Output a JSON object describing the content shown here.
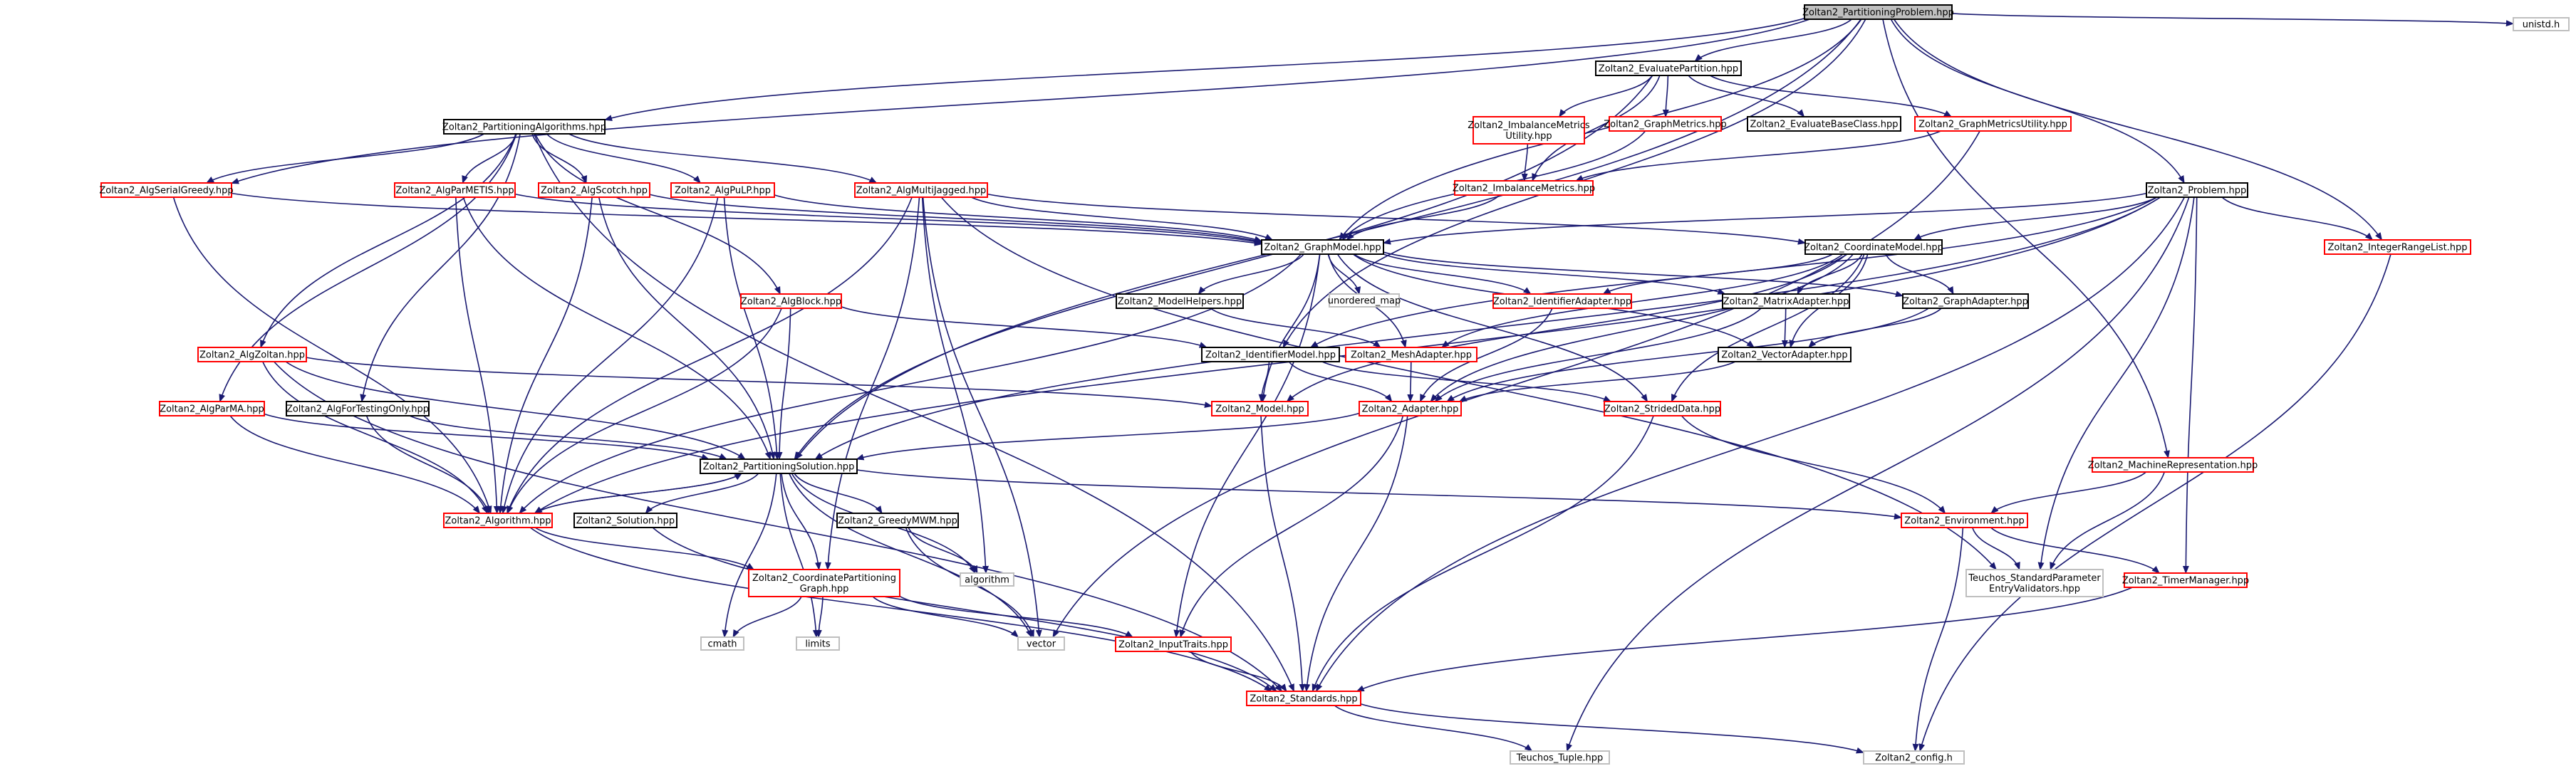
{
  "colors": {
    "edge": "#191970",
    "edge_external": "#a9a9a9",
    "border_documented": "#000000",
    "border_truncated": "#ff0000",
    "border_external": "#bfbfbf",
    "fill_root": "#bfbfbf",
    "fill_default": "#ffffff"
  },
  "nodes": [
    {
      "id": "pp",
      "label": "Zoltan2_PartitioningProblem.hpp",
      "kind": "root"
    },
    {
      "id": "unistd",
      "label": "unistd.h",
      "kind": "external"
    },
    {
      "id": "evalpart",
      "label": "Zoltan2_EvaluatePartition.hpp",
      "kind": "documented"
    },
    {
      "id": "imbmu",
      "label": [
        "Zoltan2_ImbalanceMetrics",
        "Utility.hpp"
      ],
      "kind": "truncated"
    },
    {
      "id": "graphmet",
      "label": "Zoltan2_GraphMetrics.hpp",
      "kind": "truncated"
    },
    {
      "id": "evalbase",
      "label": "Zoltan2_EvaluateBaseClass.hpp",
      "kind": "documented"
    },
    {
      "id": "graphmu",
      "label": "Zoltan2_GraphMetricsUtility.hpp",
      "kind": "truncated"
    },
    {
      "id": "imbm",
      "label": "Zoltan2_ImbalanceMetrics.hpp",
      "kind": "truncated"
    },
    {
      "id": "partalgs",
      "label": "Zoltan2_PartitioningAlgorithms.hpp",
      "kind": "documented"
    },
    {
      "id": "sgreedy",
      "label": "Zoltan2_AlgSerialGreedy.hpp",
      "kind": "truncated"
    },
    {
      "id": "parmetis",
      "label": "Zoltan2_AlgParMETIS.hpp",
      "kind": "truncated"
    },
    {
      "id": "scotch",
      "label": "Zoltan2_AlgScotch.hpp",
      "kind": "truncated"
    },
    {
      "id": "pulp",
      "label": "Zoltan2_AlgPuLP.hpp",
      "kind": "truncated"
    },
    {
      "id": "mj",
      "label": "Zoltan2_AlgMultiJagged.hpp",
      "kind": "truncated"
    },
    {
      "id": "problem",
      "label": "Zoltan2_Problem.hpp",
      "kind": "documented"
    },
    {
      "id": "graphmodel",
      "label": "Zoltan2_GraphModel.hpp",
      "kind": "documented"
    },
    {
      "id": "coordmodel",
      "label": "Zoltan2_CoordinateModel.hpp",
      "kind": "documented"
    },
    {
      "id": "irl",
      "label": "Zoltan2_IntegerRangeList.hpp",
      "kind": "truncated"
    },
    {
      "id": "algblock",
      "label": "Zoltan2_AlgBlock.hpp",
      "kind": "truncated"
    },
    {
      "id": "modelhelpers",
      "label": "Zoltan2_ModelHelpers.hpp",
      "kind": "documented"
    },
    {
      "id": "umap",
      "label": "unordered_map",
      "kind": "external"
    },
    {
      "id": "idadapter",
      "label": "Zoltan2_IdentifierAdapter.hpp",
      "kind": "truncated"
    },
    {
      "id": "matrixadapter",
      "label": "Zoltan2_MatrixAdapter.hpp",
      "kind": "documented"
    },
    {
      "id": "graphadapter",
      "label": "Zoltan2_GraphAdapter.hpp",
      "kind": "documented"
    },
    {
      "id": "algzoltan",
      "label": "Zoltan2_AlgZoltan.hpp",
      "kind": "truncated"
    },
    {
      "id": "idmodel",
      "label": "Zoltan2_IdentifierModel.hpp",
      "kind": "documented"
    },
    {
      "id": "meshadapter",
      "label": "Zoltan2_MeshAdapter.hpp",
      "kind": "truncated"
    },
    {
      "id": "vectoradapter",
      "label": "Zoltan2_VectorAdapter.hpp",
      "kind": "documented"
    },
    {
      "id": "parma",
      "label": "Zoltan2_AlgParMA.hpp",
      "kind": "truncated"
    },
    {
      "id": "fortesting",
      "label": "Zoltan2_AlgForTestingOnly.hpp",
      "kind": "documented"
    },
    {
      "id": "model",
      "label": "Zoltan2_Model.hpp",
      "kind": "truncated"
    },
    {
      "id": "adapter",
      "label": "Zoltan2_Adapter.hpp",
      "kind": "truncated"
    },
    {
      "id": "strided",
      "label": "Zoltan2_StridedData.hpp",
      "kind": "truncated"
    },
    {
      "id": "machine",
      "label": "Zoltan2_MachineRepresentation.hpp",
      "kind": "truncated"
    },
    {
      "id": "partsol",
      "label": "Zoltan2_PartitioningSolution.hpp",
      "kind": "documented"
    },
    {
      "id": "algorithm_h",
      "label": "Zoltan2_Algorithm.hpp",
      "kind": "truncated"
    },
    {
      "id": "solution",
      "label": "Zoltan2_Solution.hpp",
      "kind": "documented"
    },
    {
      "id": "greedymwm",
      "label": "Zoltan2_GreedyMWM.hpp",
      "kind": "documented"
    },
    {
      "id": "environment",
      "label": "Zoltan2_Environment.hpp",
      "kind": "truncated"
    },
    {
      "id": "algorithm",
      "label": "algorithm",
      "kind": "external"
    },
    {
      "id": "coordpg",
      "label": [
        "Zoltan2_CoordinatePartitioning",
        "Graph.hpp"
      ],
      "kind": "truncated"
    },
    {
      "id": "teuchos_spev",
      "label": [
        "Teuchos_StandardParameter",
        "EntryValidators.hpp"
      ],
      "kind": "external"
    },
    {
      "id": "timer",
      "label": "Zoltan2_TimerManager.hpp",
      "kind": "truncated"
    },
    {
      "id": "cmath",
      "label": "cmath",
      "kind": "external"
    },
    {
      "id": "limits",
      "label": "limits",
      "kind": "external"
    },
    {
      "id": "vector",
      "label": "vector",
      "kind": "external"
    },
    {
      "id": "inputtraits",
      "label": "Zoltan2_InputTraits.hpp",
      "kind": "truncated"
    },
    {
      "id": "standards",
      "label": "Zoltan2_Standards.hpp",
      "kind": "truncated"
    },
    {
      "id": "ttuple",
      "label": "Teuchos_Tuple.hpp",
      "kind": "external"
    },
    {
      "id": "config",
      "label": "Zoltan2_config.h",
      "kind": "external"
    }
  ]
}
